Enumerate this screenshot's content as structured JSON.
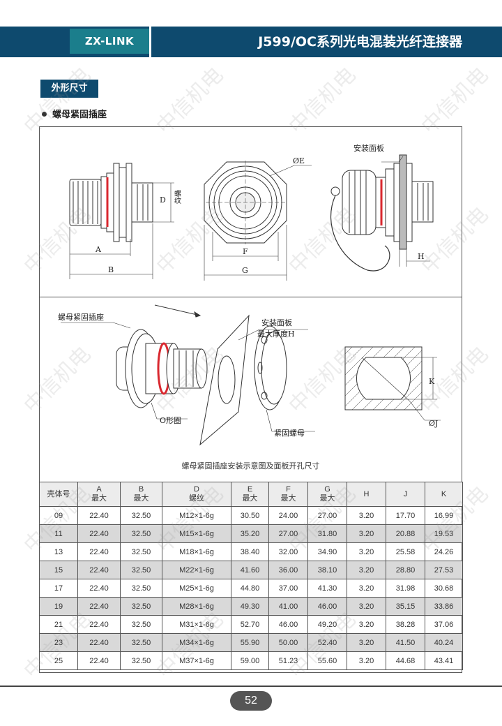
{
  "header": {
    "brand": "ZX-LINK",
    "title": "J599/OC系列光电混装光纤连接器"
  },
  "section": {
    "tag": "外形尺寸",
    "bullet": "螺母紧固插座"
  },
  "drawing": {
    "labels": {
      "A": "A",
      "B": "B",
      "D": "D",
      "thread": "螺纹",
      "E": "ØE",
      "F": "F",
      "G": "G",
      "panel": "安装面板",
      "H": "H",
      "socket": "螺母紧固插座",
      "panel2": "安装面板",
      "max_thickness": "最大厚度H",
      "oring": "O形圈",
      "nut": "紧固螺母",
      "K": "K",
      "J": "ØJ"
    },
    "caption": "螺母紧固插座安装示意图及面板开孔尺寸"
  },
  "table": {
    "headers": [
      {
        "top": "壳体号",
        "bottom": ""
      },
      {
        "top": "A",
        "bottom": "最大"
      },
      {
        "top": "B",
        "bottom": "最大"
      },
      {
        "top": "D",
        "bottom": "螺纹"
      },
      {
        "top": "E",
        "bottom": "最大"
      },
      {
        "top": "F",
        "bottom": "最大"
      },
      {
        "top": "G",
        "bottom": "最大"
      },
      {
        "top": "H",
        "bottom": ""
      },
      {
        "top": "J",
        "bottom": ""
      },
      {
        "top": "K",
        "bottom": ""
      }
    ],
    "rows": [
      [
        "09",
        "22.40",
        "32.50",
        "M12×1-6g",
        "30.50",
        "24.00",
        "27.00",
        "3.20",
        "17.70",
        "16.99"
      ],
      [
        "11",
        "22.40",
        "32.50",
        "M15×1-6g",
        "35.20",
        "27.00",
        "31.80",
        "3.20",
        "20.88",
        "19.53"
      ],
      [
        "13",
        "22.40",
        "32.50",
        "M18×1-6g",
        "38.40",
        "32.00",
        "34.90",
        "3.20",
        "25.58",
        "24.26"
      ],
      [
        "15",
        "22.40",
        "32.50",
        "M22×1-6g",
        "41.60",
        "36.00",
        "38.10",
        "3.20",
        "28.80",
        "27.53"
      ],
      [
        "17",
        "22.40",
        "32.50",
        "M25×1-6g",
        "44.80",
        "37.00",
        "41.30",
        "3.20",
        "31.98",
        "30.68"
      ],
      [
        "19",
        "22.40",
        "32.50",
        "M28×1-6g",
        "49.30",
        "41.00",
        "46.00",
        "3.20",
        "35.15",
        "33.86"
      ],
      [
        "21",
        "22.40",
        "32.50",
        "M31×1-6g",
        "52.70",
        "46.00",
        "49.20",
        "3.20",
        "38.28",
        "37.06"
      ],
      [
        "23",
        "22.40",
        "32.50",
        "M34×1-6g",
        "55.90",
        "50.00",
        "52.40",
        "3.20",
        "41.50",
        "40.24"
      ],
      [
        "25",
        "22.40",
        "32.50",
        "M37×1-6g",
        "59.00",
        "51.23",
        "55.60",
        "3.20",
        "44.68",
        "43.41"
      ]
    ]
  },
  "watermark": "中信机电",
  "footer": {
    "page": "52"
  },
  "colors": {
    "header_bg": "#0e4a6e",
    "brand_bg": "#1b7e8c",
    "oring_red": "#d9282f",
    "alt_row": "#d9d9d9"
  }
}
